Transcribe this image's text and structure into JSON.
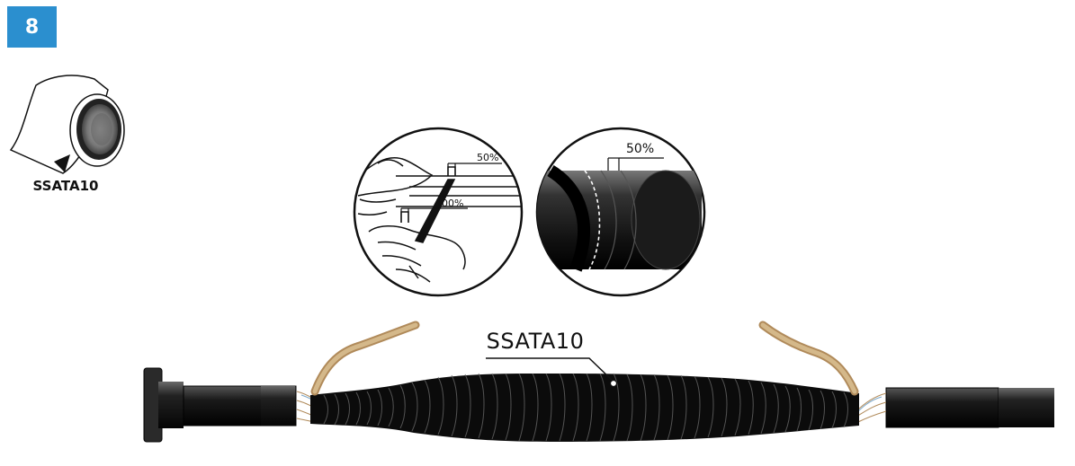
{
  "step": {
    "number": "8",
    "color": "#2b8fcf"
  },
  "tape": {
    "label": "SSATA10"
  },
  "detail_hand": {
    "overlap_top": "50%",
    "overlap_bottom": "100%"
  },
  "detail_cable": {
    "overlap": "50%"
  },
  "main": {
    "callout": "SSATA10"
  }
}
